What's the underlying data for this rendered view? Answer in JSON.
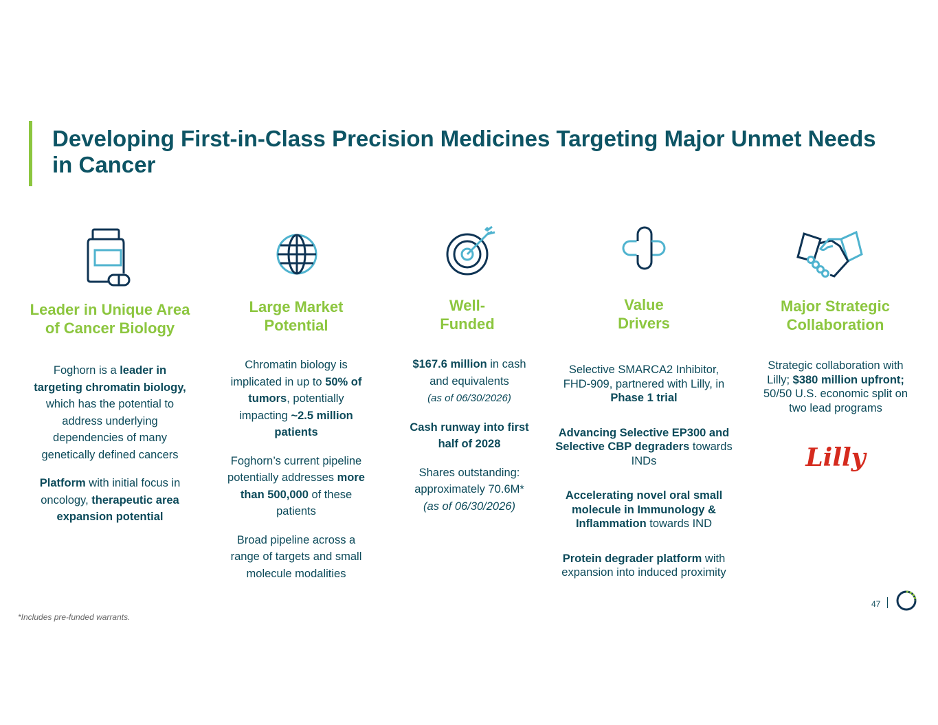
{
  "title": "Developing First-in-Class Precision Medicines Targeting Major Unmet Needs in Cancer",
  "colors": {
    "heading": "#0d5464",
    "accent": "#8cc63f",
    "icon_dark": "#0f3454",
    "icon_light": "#4fb3cf",
    "lilly_red": "#d52b1e"
  },
  "columns": [
    {
      "icon": "medicine-bottle-icon",
      "heading": "Leader in Unique Area of Cancer Biology",
      "p1": {
        "a": "Foghorn is a ",
        "b": "leader in targeting chromatin biology,",
        "c": " which has the potential to address underlying dependencies of many genetically defined cancers"
      },
      "p2": {
        "a": "Platform",
        "b": " with initial focus in oncology, ",
        "c": "therapeutic area expansion potential"
      }
    },
    {
      "icon": "globe-icon",
      "heading": "Large Market Potential",
      "p1": {
        "a": "Chromatin biology is implicated in up to ",
        "b": "50% of tumors",
        "c": ", potentially impacting ",
        "d": "~2.5 million patients"
      },
      "p2": {
        "a": "Foghorn’s current pipeline potentially addresses ",
        "b": "more than 500,000",
        "c": " of these patients"
      },
      "p3": "Broad pipeline across a range of targets and small molecule modalities"
    },
    {
      "icon": "target-icon",
      "heading": "Well-Funded",
      "p1": {
        "a": "$167.6 million",
        "b": " in cash and equivalents",
        "c": "(as of 06/30/2026)"
      },
      "p2": "Cash runway into first half of 2028",
      "p3": {
        "a": "Shares outstanding: approximately 70.6M*",
        "b": "(as of 06/30/2026)"
      }
    },
    {
      "icon": "medical-cross-icon",
      "heading": "Value Drivers",
      "p1": {
        "a": "Selective SMARCA2 Inhibitor, FHD-909, partnered with Lilly, in ",
        "b": "Phase 1 trial"
      },
      "p2": {
        "a": "Advancing Selective EP300 and Selective CBP degraders",
        "b": " towards INDs"
      },
      "p3": {
        "a": "Accelerating novel oral small molecule in Immunology & Inflammation",
        "b": " towards IND"
      },
      "p4": {
        "a": "Protein degrader platform",
        "b": " with expansion into induced proximity"
      }
    },
    {
      "icon": "handshake-icon",
      "heading": "Major Strategic Collaboration",
      "p1": {
        "a": "Strategic collaboration with Lilly; ",
        "b": "$380 million upfront;",
        "c": " 50/50 U.S. economic split on two lead programs"
      },
      "logo": "Lilly"
    }
  ],
  "footnote": "*Includes pre-funded warrants.",
  "page_number": "47"
}
